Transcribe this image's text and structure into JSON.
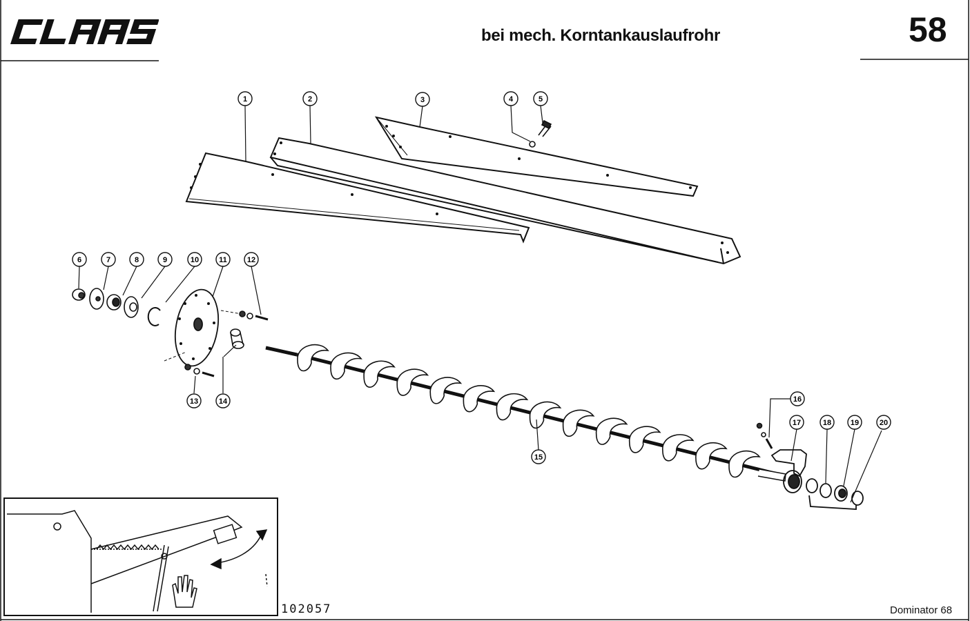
{
  "header": {
    "brand": "CLAAS",
    "title": "bei mech. Korntankauslaufrohr",
    "page_number": "58"
  },
  "footer": {
    "drawing_number": "102057",
    "model": "Dominator 68"
  },
  "callouts": [
    "1",
    "2",
    "3",
    "4",
    "5",
    "6",
    "7",
    "8",
    "9",
    "10",
    "11",
    "12",
    "13",
    "14",
    "15",
    "16",
    "17",
    "18",
    "19",
    "20"
  ]
}
